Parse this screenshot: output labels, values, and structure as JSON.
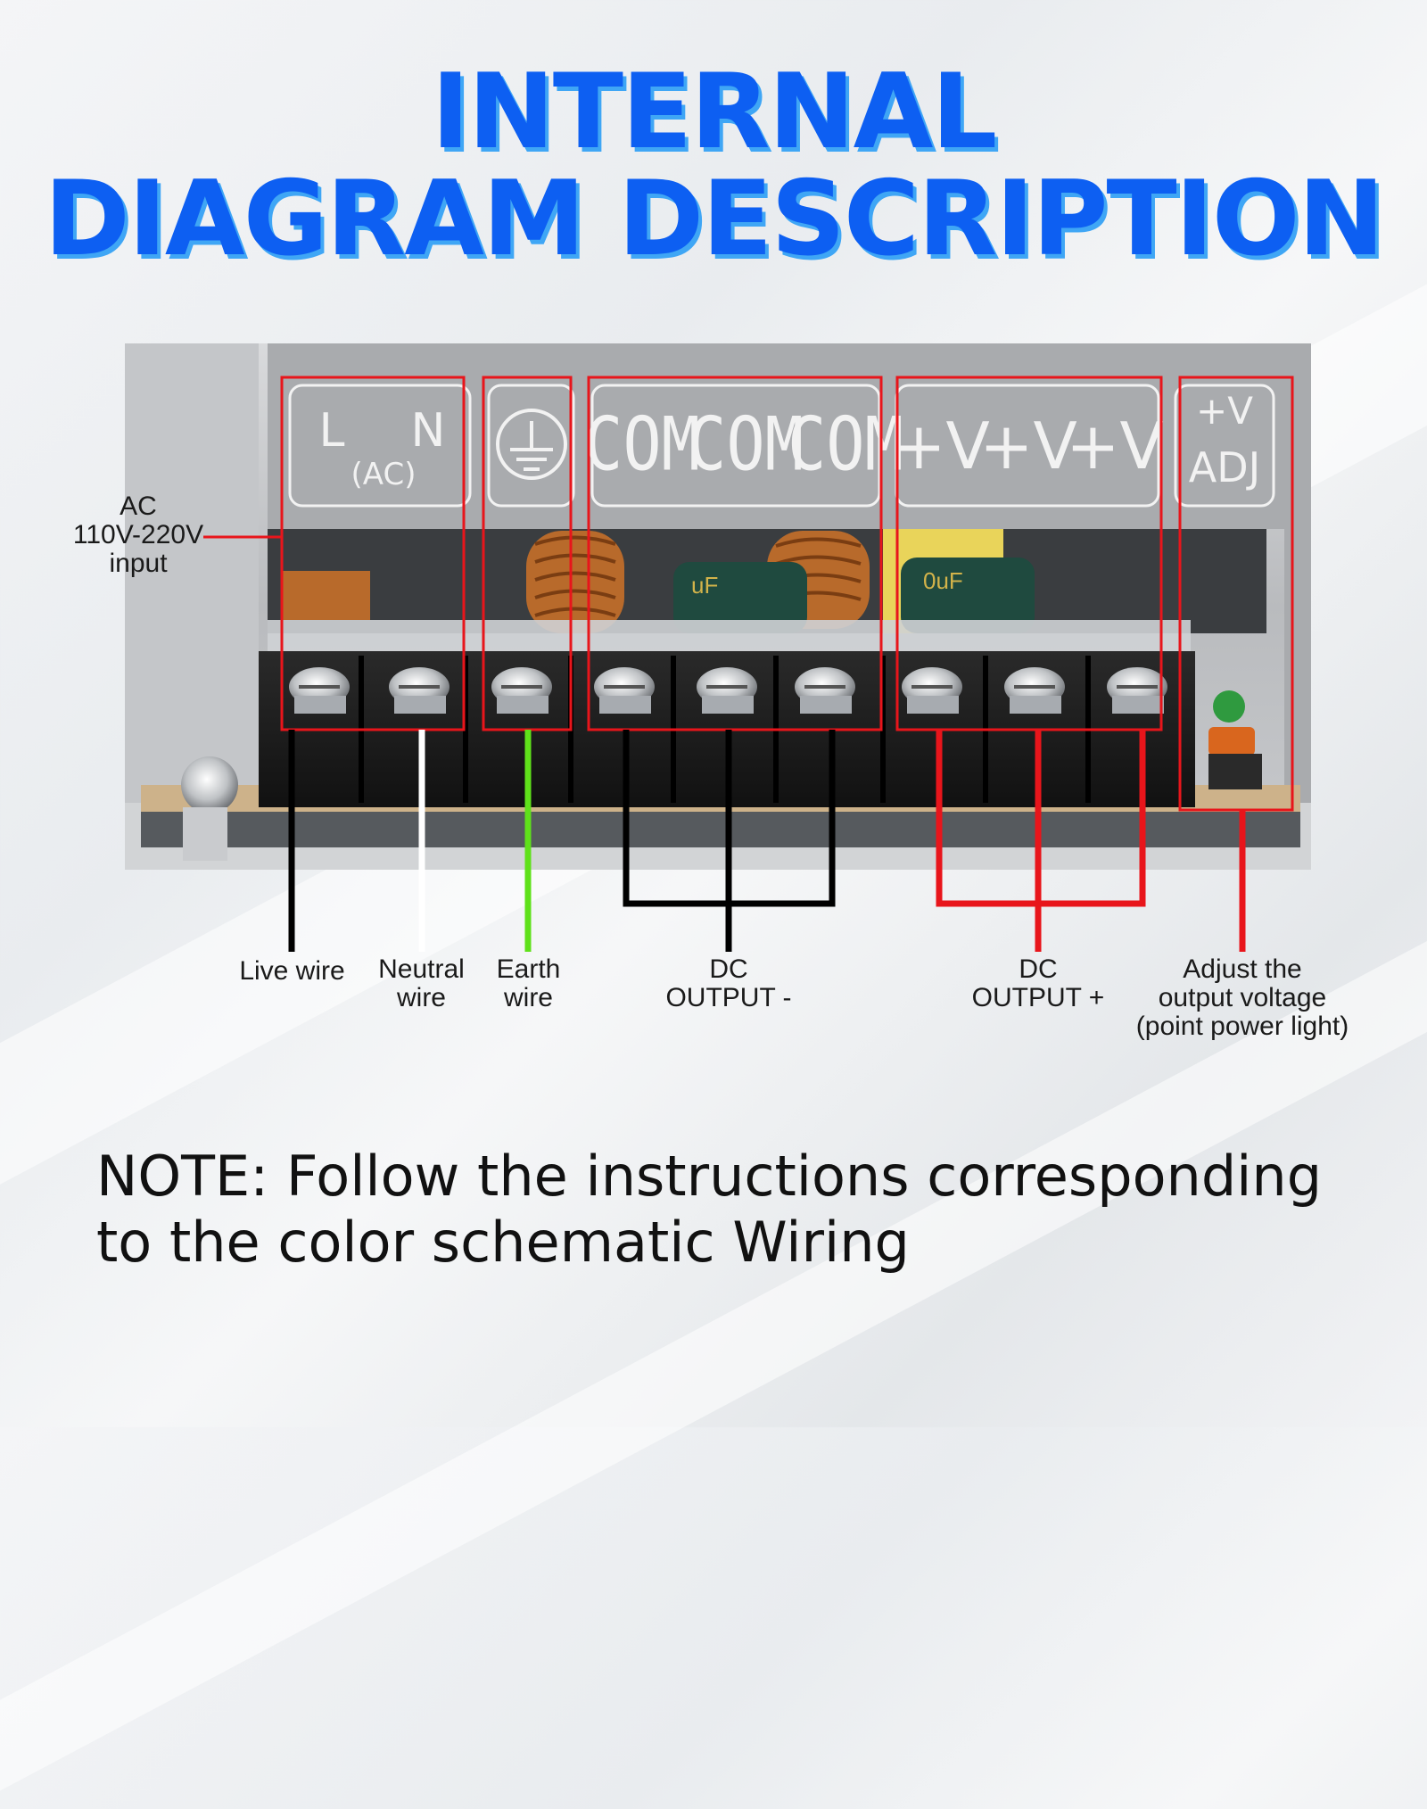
{
  "title": {
    "line1": "INTERNAL",
    "line2": "DIAGRAM DESCRIPTION"
  },
  "panel": {
    "ln_l": "L",
    "ln_n": "N",
    "ln_ac": "(AC)",
    "com1": "COM",
    "com2": "COM",
    "com3": "COM",
    "v1": "+V",
    "v2": "+V",
    "v3": "+V",
    "adj_top": "+V",
    "adj_bottom": "ADJ"
  },
  "capacitor_marks": {
    "left": "uF",
    "right": "0uF"
  },
  "input_label": {
    "line1": "AC",
    "line2": "110V-220V",
    "line3": "input"
  },
  "labels": {
    "live": "Live wire",
    "neutral_1": "Neutral",
    "neutral_2": "wire",
    "earth_1": "Earth",
    "earth_2": "wire",
    "dc_minus_1": "DC",
    "dc_minus_2": "OUTPUT -",
    "dc_plus_1": "DC",
    "dc_plus_2": "OUTPUT +",
    "adjust_1": "Adjust the",
    "adjust_2": "output voltage",
    "adjust_3": "(point power light)"
  },
  "note": {
    "line1": "NOTE: Follow the instructions corresponding",
    "line2": "to the color schematic Wiring"
  },
  "colors": {
    "title": "#0d5ff2",
    "title_shadow": "#3fa6f5",
    "frame": "#e8151b",
    "live_wire": "#000000",
    "neutral_wire": "#ffffff",
    "earth_wire": "#5fe11a",
    "dc_minus_wire": "#000000",
    "dc_plus_wire": "#e8151b"
  }
}
